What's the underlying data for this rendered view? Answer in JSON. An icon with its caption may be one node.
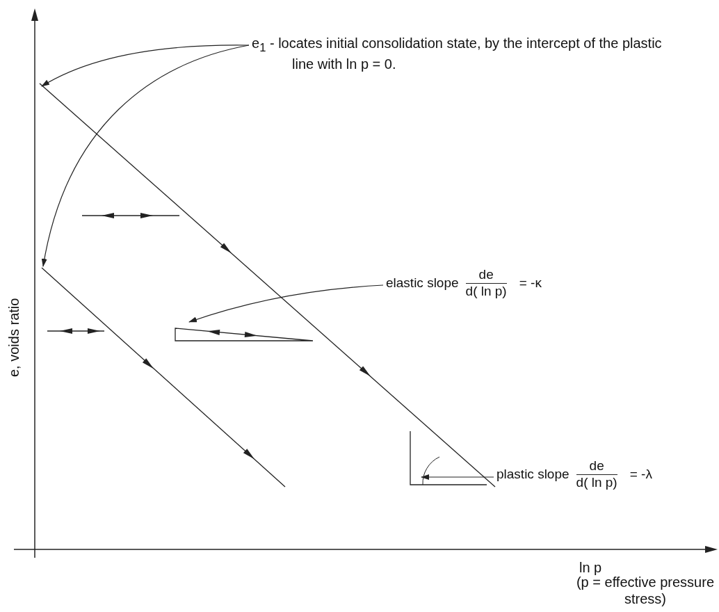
{
  "diagram": {
    "nodes": [
      {
        "text": [
          "e$_{1}$ - locates initial consolidation state, by the intercept of the plastic line with ln p = 0."
        ]
      },
      {
        "text": [
          "elastic slope",
          "de",
          "d( ln p)",
          "= -κ"
        ]
      },
      {
        "text": [
          "plastic slope",
          "de",
          "d( ln p)",
          "= -λ"
        ]
      },
      {
        "text": [],
        "shape": "triangle"
      },
      {
        "text": [],
        "shape": "triangle"
      }
    ],
    "edges": [
      {
        "from": 0,
        "to": null,
        "arrow": "to"
      },
      {
        "from": 0,
        "to": null,
        "arrow": "to"
      },
      {
        "from": 1,
        "to": 3,
        "arrow": "to"
      },
      {
        "from": 2,
        "to": 4,
        "arrow": "to"
      }
    ],
    "labels": [
      "e, voids ratio",
      "ln p",
      "(p = effective pressure stress)"
    ]
  }
}
